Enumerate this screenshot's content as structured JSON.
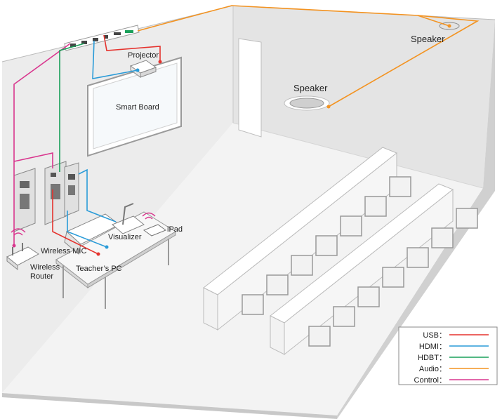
{
  "labels": {
    "projector": "Projector",
    "smart_board": "Smart Board",
    "speaker_back": "Speaker",
    "speaker_front": "Speaker",
    "ipad": "iPad",
    "visualizer": "Visualizer",
    "wireless_mic": "Wireless  MIC",
    "teachers_pc": "Teacher’s PC",
    "wireless_router_line1": "Wireless",
    "wireless_router_line2": "Router"
  },
  "legend": [
    {
      "label": "USB：",
      "color": "#e5322d"
    },
    {
      "label": "HDMI：",
      "color": "#2a9bd8"
    },
    {
      "label": "HDBT：",
      "color": "#1aa05a"
    },
    {
      "label": "Audio：",
      "color": "#f39321"
    },
    {
      "label": "Control：",
      "color": "#d9368e"
    }
  ],
  "colors": {
    "usb": "#e5322d",
    "hdmi": "#2a9bd8",
    "hdbt": "#1aa05a",
    "audio": "#f39321",
    "control": "#d9368e"
  }
}
